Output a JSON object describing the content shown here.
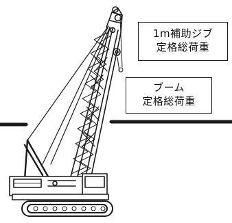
{
  "labels": {
    "jib": {
      "line1": "1m補助ジブ",
      "line2": "定格総荷重"
    },
    "boom": {
      "line1": "ブーム",
      "line2": "定格総荷重"
    }
  },
  "colors": {
    "ink": "#1a1a1a",
    "background": "#ffffff"
  }
}
